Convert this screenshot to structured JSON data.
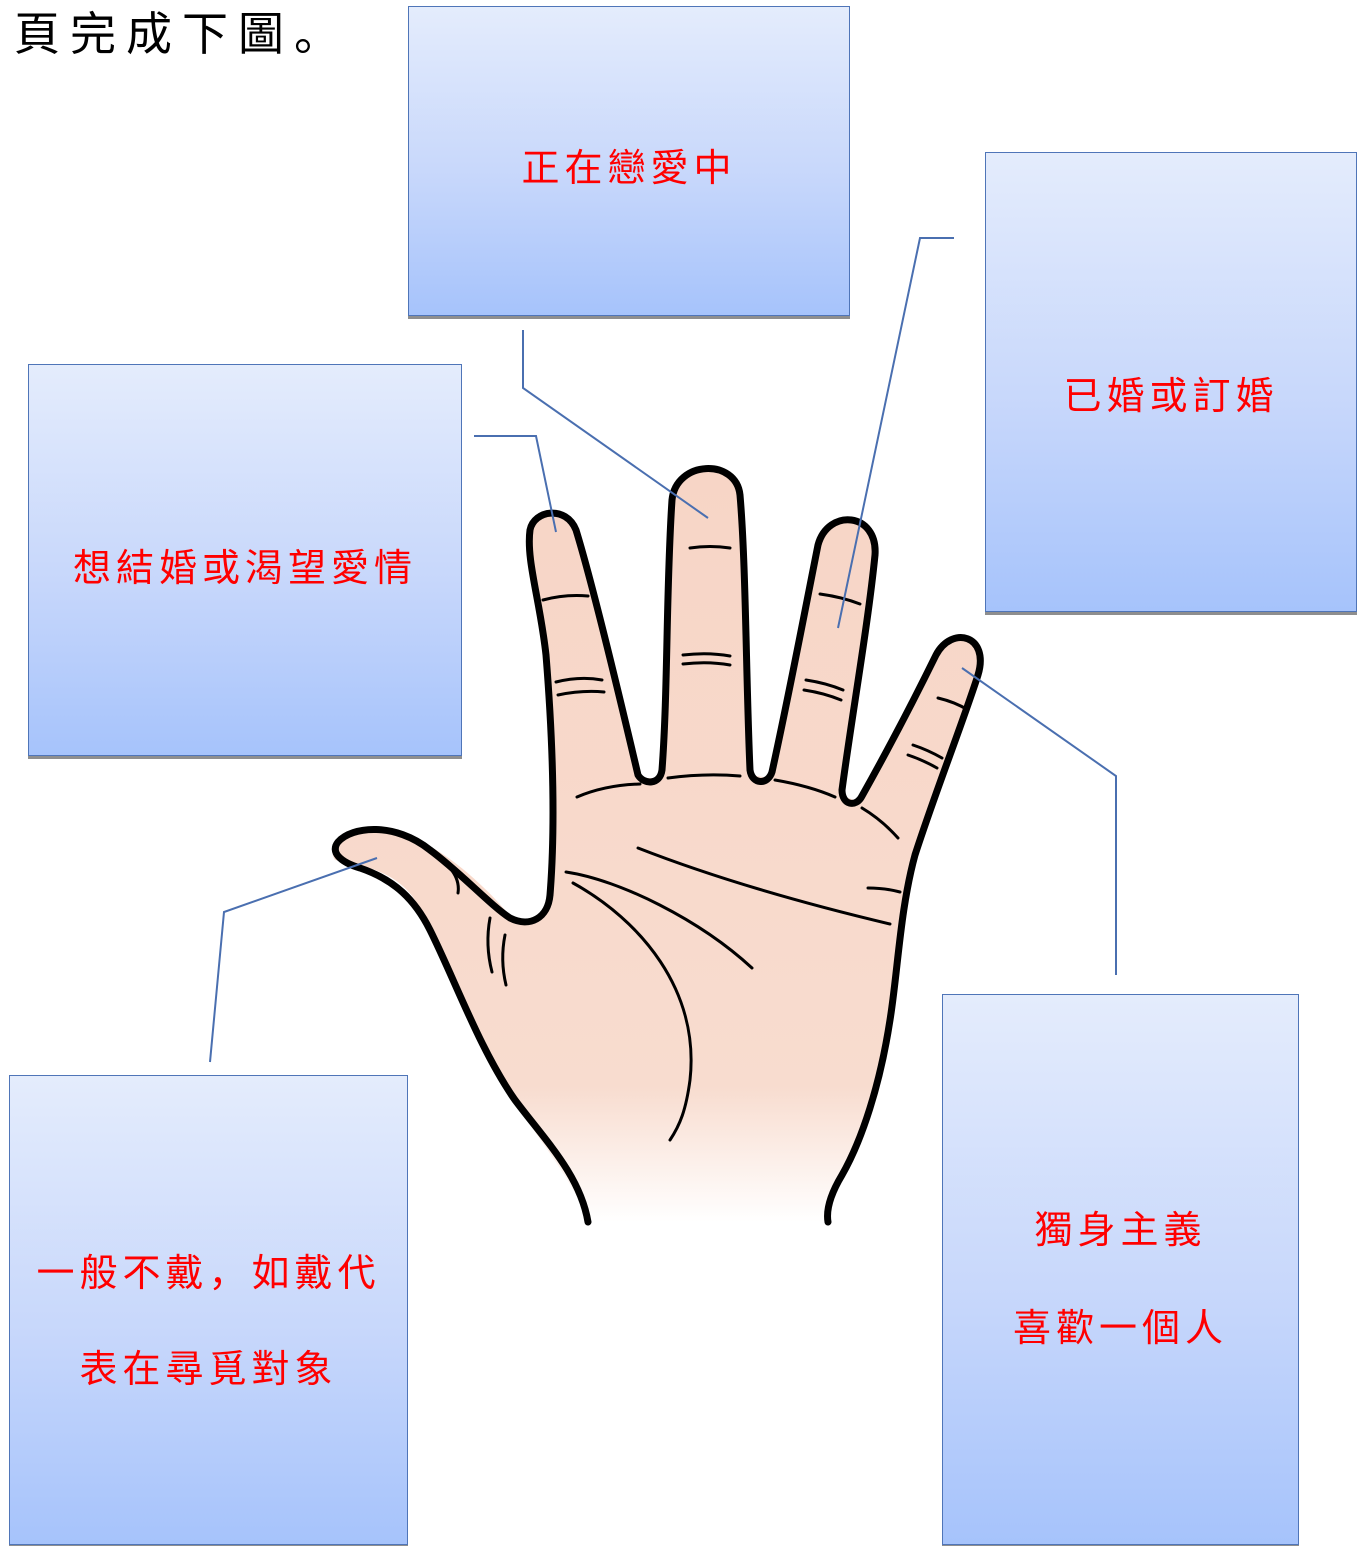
{
  "heading": "頁完成下圖。",
  "labels": {
    "middle": "正在戀愛中",
    "ring": "已婚或訂婚",
    "index": "想結婚或渴望愛情",
    "thumb": [
      "一般不戴，如戴代",
      "表在尋覓對象"
    ],
    "little": [
      "獨身主義",
      "喜歡一個人"
    ]
  },
  "colors": {
    "label_text": "#ff0000",
    "box_border": "#4f75b8",
    "box_gradient_top": "#e4ecfc",
    "box_gradient_bottom": "#a6c3fb",
    "connector": "#4a6fb0",
    "skin": "#f7d5c6",
    "outline": "#000000"
  }
}
